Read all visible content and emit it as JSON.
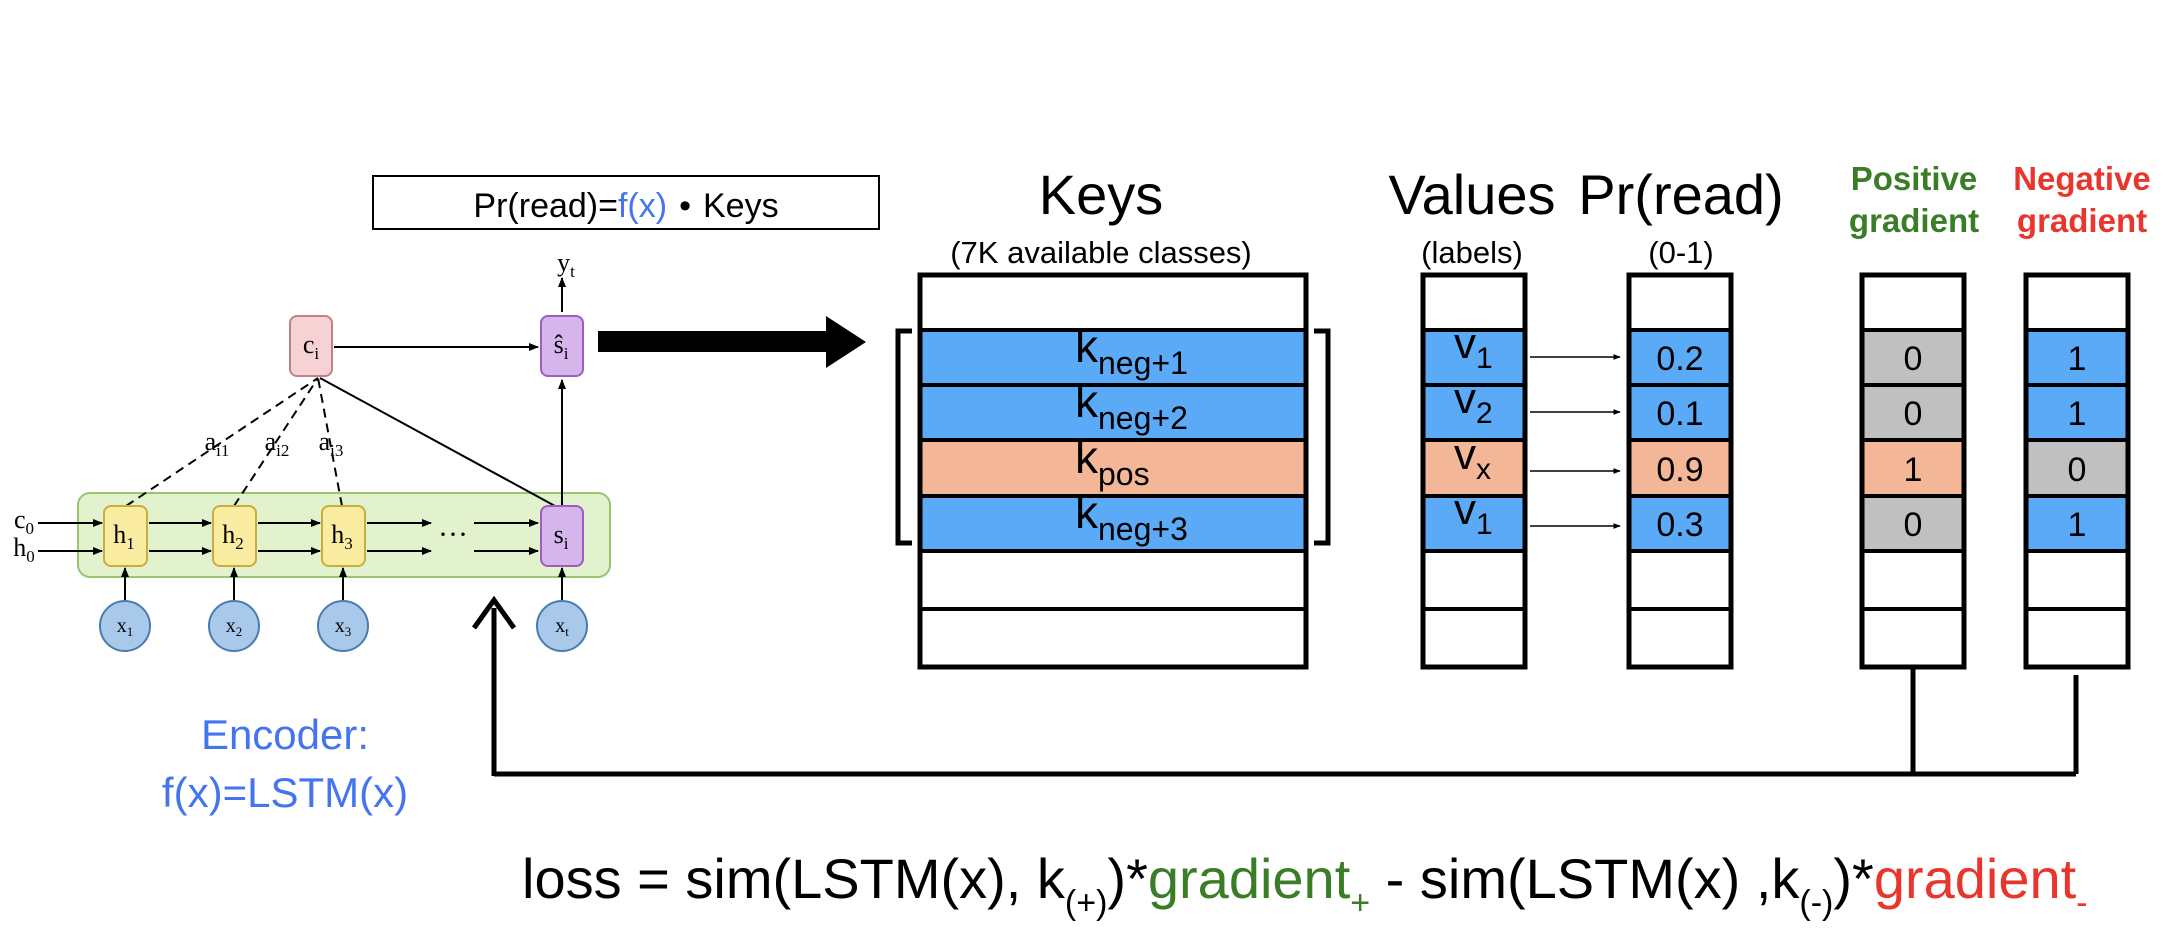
{
  "formula_box": {
    "prefix": "Pr(read)=",
    "fx": "f(x)",
    "bullet": "•",
    "suffix": "Keys"
  },
  "encoder": {
    "y_t": "y",
    "y_t_sub": "t",
    "c_i": "c",
    "c_i_sub": "i",
    "s_hat": "ŝ",
    "s_hat_sub": "i",
    "a_labels": [
      {
        "base": "a",
        "sub": "i1"
      },
      {
        "base": "a",
        "sub": "i2"
      },
      {
        "base": "a",
        "sub": "i3"
      }
    ],
    "c0": "c",
    "c0_sub": "0",
    "h0": "h",
    "h0_sub": "0",
    "h_nodes": [
      {
        "base": "h",
        "sub": "1"
      },
      {
        "base": "h",
        "sub": "2"
      },
      {
        "base": "h",
        "sub": "3"
      }
    ],
    "ellipsis": "···",
    "s_i": "s",
    "s_i_sub": "i",
    "x_nodes": [
      {
        "base": "x",
        "sub": "1"
      },
      {
        "base": "x",
        "sub": "2"
      },
      {
        "base": "x",
        "sub": "3"
      },
      {
        "base": "x",
        "sub": "t"
      }
    ],
    "caption_line1": "Encoder:",
    "caption_line2": "f(x)=LSTM(x)"
  },
  "memory": {
    "keys_title": "Keys",
    "keys_subtitle": "(7K available classes)",
    "values_title": "Values",
    "values_subtitle": "(labels)",
    "pread_title": "Pr(read)",
    "pread_subtitle": "(0-1)",
    "positive_title_line1": "Positive",
    "positive_title_line2": "gradient",
    "negative_title_line1": "Negative",
    "negative_title_line2": "gradient",
    "keys": [
      {
        "base": "k",
        "sub": "neg+1",
        "kind": "neg"
      },
      {
        "base": "k",
        "sub": "neg+2",
        "kind": "neg"
      },
      {
        "base": "k",
        "sub": "pos",
        "kind": "pos"
      },
      {
        "base": "k",
        "sub": "neg+3",
        "kind": "neg"
      }
    ],
    "values": [
      {
        "base": "v",
        "sub": "1"
      },
      {
        "base": "v",
        "sub": "2"
      },
      {
        "base": "v",
        "sub": "x"
      },
      {
        "base": "v",
        "sub": "1"
      }
    ],
    "pread": [
      "0.2",
      "0.1",
      "0.9",
      "0.3"
    ],
    "positive": [
      "0",
      "0",
      "1",
      "0"
    ],
    "negative": [
      "1",
      "1",
      "0",
      "1"
    ]
  },
  "loss": {
    "part1": "loss = sim(LSTM(x), k",
    "sub1": "(+)",
    "part2": ")*",
    "grad_pos": "gradient",
    "grad_pos_sub": "+",
    "part3": " - sim(LSTM(x) ,k",
    "sub2": "(-)",
    "part4": ")*",
    "grad_neg": "gradient",
    "grad_neg_sub": "-"
  },
  "colors": {
    "neg_blue": "#5baaf7",
    "pos_salmon": "#f3b797",
    "gray": "#c0c0c0",
    "green": "#3a7d27",
    "red": "#e8362d",
    "link_blue": "#4474f0",
    "lstm_bg": "#e2f2cc",
    "lstm_border": "#9bc46f",
    "h_fill": "#faeca1",
    "h_stroke": "#c9ae3e",
    "s_fill": "#d6b4ec",
    "s_stroke": "#9a5fbf",
    "c_fill": "#f7d2d4",
    "c_stroke": "#c48088",
    "x_fill": "#a9c9ea",
    "x_stroke": "#4a7bb0"
  }
}
